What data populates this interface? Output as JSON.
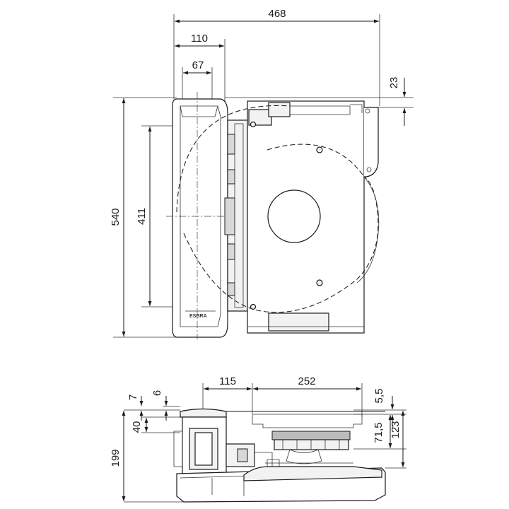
{
  "top_view": {
    "dim_width_total": "468",
    "dim_width_body": "110",
    "dim_width_inner": "67",
    "dim_offset_top": "23",
    "dim_height_total": "540",
    "dim_height_inner": "411",
    "logo_text": "ESBRA"
  },
  "side_view": {
    "dim_offset_left": "115",
    "dim_width_housing": "252",
    "dim_top_gap": "5,5",
    "dim_seven": "7",
    "dim_six": "6",
    "dim_forty": "40",
    "dim_height_total": "199",
    "dim_height_mid": "71,5",
    "dim_height_right": "123"
  },
  "colors": {
    "line": "#1a1a1a",
    "fill_light": "#f2f2f2",
    "fill_mid": "#d8d8d8",
    "fill_dark": "#bcbcbc"
  }
}
